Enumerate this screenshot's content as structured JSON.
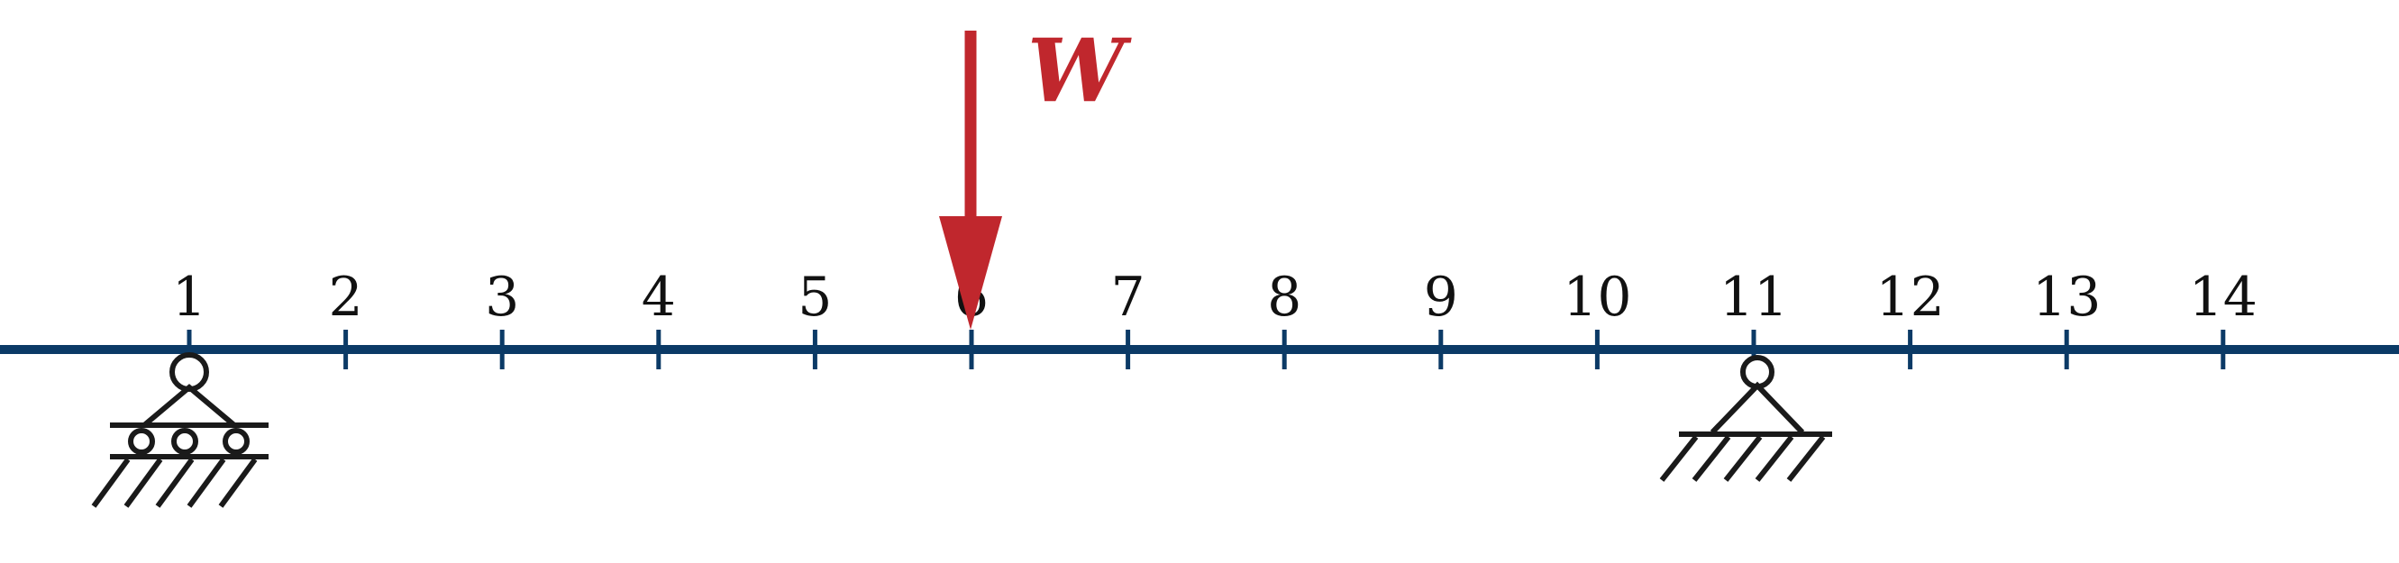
{
  "diagram": {
    "beam_color": "#0b3a66",
    "load_color": "#c0272d",
    "support_color": "#1a1a1a",
    "nodes": [
      "1",
      "2",
      "3",
      "4",
      "5",
      "6",
      "7",
      "8",
      "9",
      "10",
      "11",
      "12",
      "13",
      "14"
    ],
    "load": {
      "label": "W",
      "at_node": "6",
      "direction": "down"
    },
    "supports": [
      {
        "type": "roller",
        "at_node": "1"
      },
      {
        "type": "pin",
        "at_node": "11"
      }
    ]
  }
}
